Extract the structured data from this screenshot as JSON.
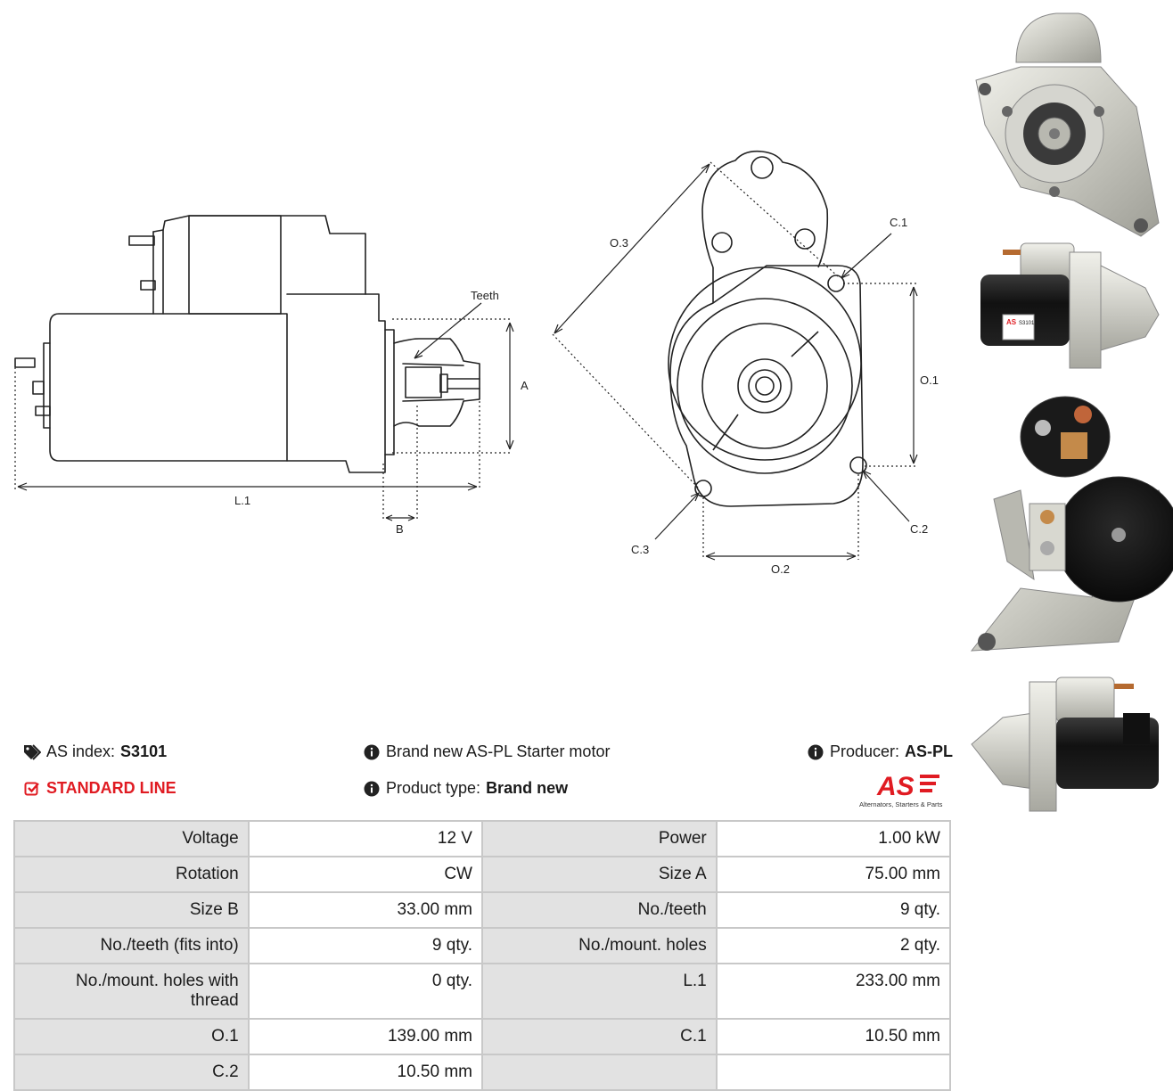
{
  "diagram": {
    "labels": {
      "teeth": "Teeth",
      "a": "A",
      "l1": "L.1",
      "b": "B",
      "o3": "O.3",
      "c1": "C.1",
      "o1": "O.1",
      "c2": "C.2",
      "c3": "C.3",
      "o2": "O.2"
    }
  },
  "product_box": {
    "brand_label": "AS",
    "part_label": "S3101"
  },
  "info": {
    "as_index_label": "AS index:",
    "as_index_value": "S3101",
    "line": "STANDARD LINE",
    "description": "Brand new AS-PL Starter motor",
    "product_type_label": "Product type:",
    "product_type_value": "Brand new",
    "producer_label": "Producer:",
    "producer_value": "AS-PL",
    "logo_text": "AS",
    "logo_tagline": "Alternators, Starters & Parts"
  },
  "specs": [
    {
      "l1": "Voltage",
      "v1": "12 V",
      "l2": "Power",
      "v2": "1.00 kW"
    },
    {
      "l1": "Rotation",
      "v1": "CW",
      "l2": "Size A",
      "v2": "75.00 mm"
    },
    {
      "l1": "Size B",
      "v1": "33.00 mm",
      "l2": "No./teeth",
      "v2": "9 qty."
    },
    {
      "l1": "No./teeth (fits into)",
      "v1": "9 qty.",
      "l2": "No./mount. holes",
      "v2": "2 qty."
    },
    {
      "l1": "No./mount. holes with thread",
      "v1": "0 qty.",
      "l2": "L.1",
      "v2": "233.00 mm"
    },
    {
      "l1": "O.1",
      "v1": "139.00 mm",
      "l2": "C.1",
      "v2": "10.50 mm"
    },
    {
      "l1": "C.2",
      "v1": "10.50 mm",
      "l2": "",
      "v2": ""
    }
  ],
  "colors": {
    "accent_red": "#e01b22",
    "label_bg": "#e2e2e2",
    "border": "#c8c8c8"
  }
}
